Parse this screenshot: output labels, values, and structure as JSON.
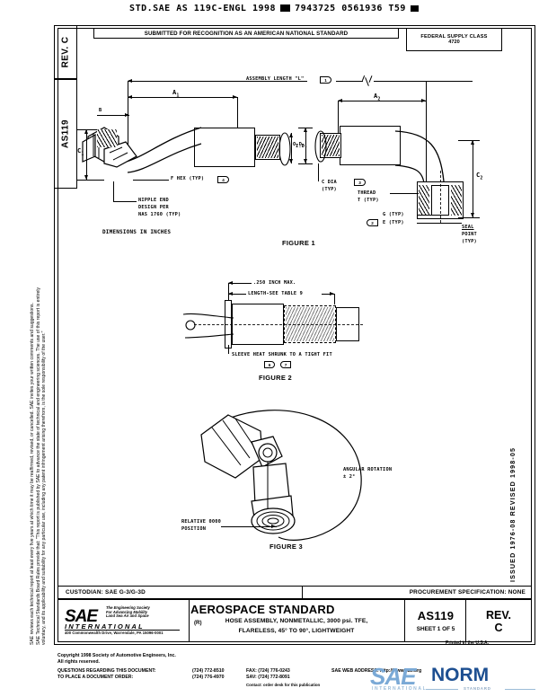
{
  "header_barcode": {
    "text_left": "STD.SAE AS 119C-ENGL 1998",
    "text_right": "7943725 0561936 T59"
  },
  "frame": {
    "submitted_note": "SUBMITTED FOR RECOGNITION AS AN AMERICAN NATIONAL STANDARD",
    "federal_supply_class_label": "FEDERAL SUPPLY CLASS",
    "federal_supply_class_value": "4720",
    "tab_rev_label": "REV.",
    "tab_rev_value": "C",
    "tab_doc_number": "AS119",
    "issued_revised": "ISSUED 1976-08        REVISED 1998-05"
  },
  "side_disclaimer": {
    "line1": "SAE Technical Standards Board Rules provide that: \"This report is published by SAE to advance the state of technical and engineering sciences. The use of this report is entirely",
    "line2": "voluntary, and its applicability and suitability for any particular use, including any patent infringement arising therefrom, is the sole responsibility of the user.\"",
    "line3": "SAE reviews each technical report at least every five years at which time it may be reaffirmed, revised, or cancelled. SAE invites your written comments and suggestions."
  },
  "drawing": {
    "units_note": "DIMENSIONS IN INCHES",
    "figure1": {
      "label": "FIGURE 1",
      "assembly_length": "ASSEMBLY LENGTH \"L\"",
      "assembly_flag": "1",
      "dim_a1": "A",
      "dim_a1_sub": "1",
      "dim_a2": "A",
      "dim_a2_sub": "2",
      "dim_b": "B",
      "dim_c1": "C",
      "dim_c1_sub": "1",
      "dim_c2": "C",
      "dim_c2_sub": "2",
      "id_label": "I.D.",
      "od_label": "O.D.",
      "hex_note": "F  HEX (TYP)",
      "hex_flag": "4",
      "nipple_note_l1": "NIPPLE END",
      "nipple_note_l2": "DESIGN PER",
      "nipple_note_l3": "NAS 1760 (TYP)",
      "c_dia_l1": "C  DIA",
      "c_dia_l2": "(TYP)",
      "c_dia_flag": "3",
      "thread_l1": "THREAD",
      "thread_l2": "T (TYP)",
      "g_typ": "G (TYP)",
      "e_typ": "E (TYP)",
      "e_flag": "2",
      "seal_l1": "SEAL",
      "seal_l2": "POINT",
      "seal_l3": "(TYP)"
    },
    "figure2": {
      "label": "FIGURE 2",
      "max_note": ".250 INCH MAX.",
      "length_note": "LENGTH-SEE TABLE 9",
      "sleeve_note": "SLEEVE HEAT SHRUNK TO A TIGHT FIT",
      "flag_a": "6",
      "flag_b": "7"
    },
    "figure3": {
      "label": "FIGURE 3",
      "rotation_l1": "ANGULAR ROTATION",
      "rotation_l2": "± 2°",
      "relative_l1": "RELATIVE 0000",
      "relative_l2": "POSITION"
    }
  },
  "title_block": {
    "custodian": "CUSTODIAN:  SAE G-3/G-3D",
    "procurement": "PROCUREMENT SPECIFICATION: NONE",
    "standard_title": "AEROSPACE STANDARD",
    "r_mark": "(R)",
    "subtitle_line1": "HOSE ASSEMBLY, NONMETALLIC, 3000 psi. TFE,",
    "subtitle_line2": "FLARELESS, 45° TO 90°, LIGHTWEIGHT",
    "doc_number": "AS119",
    "sheet": "SHEET 1 OF 5",
    "rev_label": "REV.",
    "rev_value": "C",
    "printed_in": "Printed in the U.S.A."
  },
  "logo": {
    "mark": "SAE",
    "tagline_l1": "The Engineering Society",
    "tagline_l2": "For Advancing Mobility",
    "tagline_l3": "Land Sea Air and Space",
    "tagline_r": "®",
    "international": "INTERNATIONAL",
    "address": "400 Commonwealth Drive, Warrendale, PA 15096-0001"
  },
  "footer": {
    "copyright_l1": "Copyright 1998 Society of Automotive Engineers, Inc.",
    "copyright_l2": "All rights reserved.",
    "q_label": "QUESTIONS REGARDING THIS DOCUMENT:",
    "q_value": "(724) 772-8510",
    "o_label": "TO PLACE A DOCUMENT ORDER:",
    "o_value": "(724) 776-4970",
    "fax_label": "FAX:",
    "fax_value": "(724) 776-0243",
    "sav_label": "SAV:",
    "sav_value": "(724) 772-8091",
    "sav_note": "Contact:  order desk for this publication",
    "web_label": "SAE WEB ADDRESS:",
    "web_value": "http://www.sae.org"
  },
  "watermark": {
    "mark": "SAE",
    "word": "SAE NORM",
    "brand_left": "SAE",
    "brand_right": "NORM",
    "sub_left": "INTERNATIONAL",
    "sub_right": "STANDARD"
  }
}
